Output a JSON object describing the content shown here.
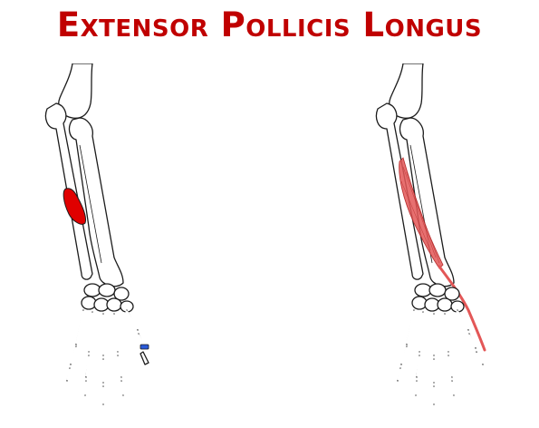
{
  "title": "Extensor Pollicis Longus",
  "colors": {
    "title": "#c00000",
    "origin_marker": "#e00000",
    "insertion_marker": "#2a5ad8",
    "muscle": "#e35757",
    "bone_outline": "#1c1c1c"
  },
  "panels": [
    {
      "view": "origin-insertion",
      "icons": [
        "forearm-bones",
        "origin-area",
        "insertion-area"
      ]
    },
    {
      "view": "muscle-course",
      "icons": [
        "forearm-bones",
        "muscle-belly",
        "tendon"
      ]
    }
  ]
}
